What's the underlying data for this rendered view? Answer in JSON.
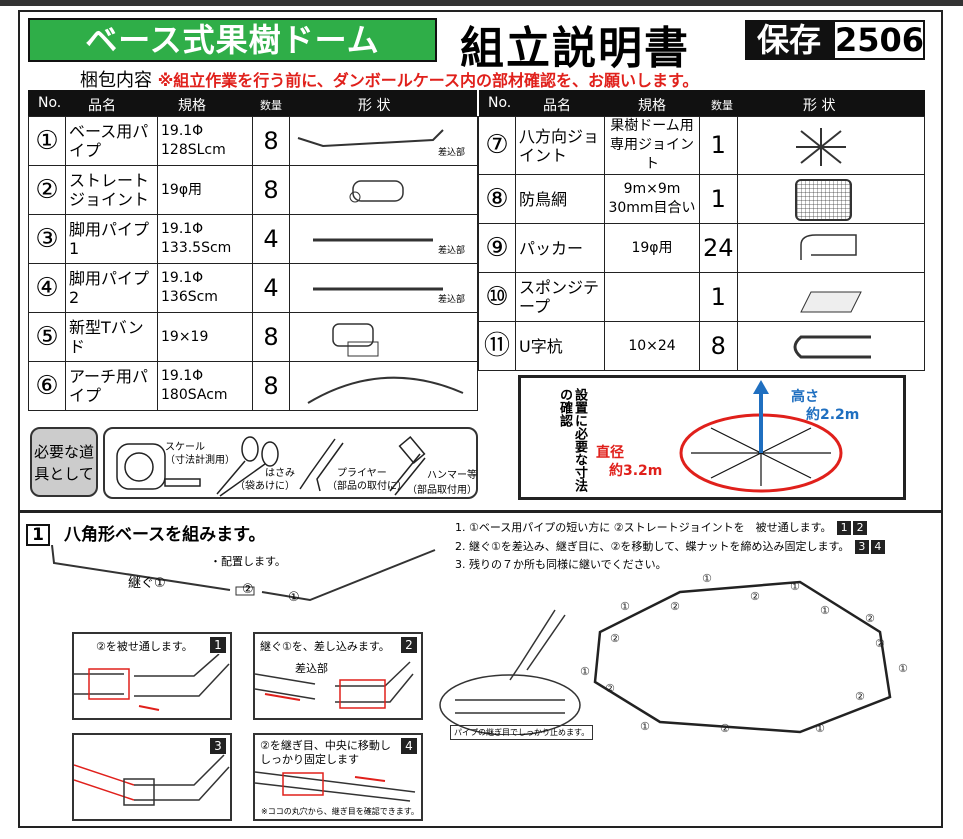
{
  "header": {
    "brand": "ベース式果樹ドーム",
    "title": "組立説明書",
    "hozon_label": "保存",
    "hozon_number": "2506"
  },
  "subtitle": {
    "label": "梱包内容",
    "notice": "※組立作業を行う前に、ダンボールケース内の部材確認を、お願いします。"
  },
  "table_headers": {
    "no": "No.",
    "name": "品名",
    "spec": "規格",
    "qty": "数量",
    "shape": "形 状"
  },
  "parts_left": [
    {
      "no": "①",
      "name": "ベース用パイプ",
      "spec": "19.1Φ 128SLcm",
      "qty": "8",
      "note": "差込部"
    },
    {
      "no": "②",
      "name": "ストレートジョイント",
      "spec": "19φ用",
      "qty": "8",
      "note": ""
    },
    {
      "no": "③",
      "name": "脚用パイプ1",
      "spec": "19.1Φ 133.5Scm",
      "qty": "4",
      "note": "差込部"
    },
    {
      "no": "④",
      "name": "脚用パイプ2",
      "spec": "19.1Φ 136Scm",
      "qty": "4",
      "note": "差込部"
    },
    {
      "no": "⑤",
      "name": "新型Tバンド",
      "spec": "19×19",
      "qty": "8",
      "note": ""
    },
    {
      "no": "⑥",
      "name": "アーチ用パイプ",
      "spec": "19.1Φ 180SAcm",
      "qty": "8",
      "note": ""
    }
  ],
  "parts_right": [
    {
      "no": "⑦",
      "name": "八方向ジョイント",
      "spec": "果樹ドーム用 専用ジョイント",
      "qty": "1"
    },
    {
      "no": "⑧",
      "name": "防鳥網",
      "spec": "9m×9m 30mm目合い",
      "qty": "1"
    },
    {
      "no": "⑨",
      "name": "パッカー",
      "spec": "19φ用",
      "qty": "24"
    },
    {
      "no": "⑩",
      "name": "スポンジテープ",
      "spec": "",
      "qty": "1"
    },
    {
      "no": "⑪",
      "name": "U字杭",
      "spec": "10×24",
      "qty": "8"
    }
  ],
  "dimensions": {
    "vertical_label": "設置に必要な寸法の確認",
    "height_label": "高さ",
    "height_value": "約2.2m",
    "diameter_label": "直径",
    "diameter_value": "約3.2m"
  },
  "tools": {
    "label": "必要な道具として",
    "items": [
      {
        "name": "スケール",
        "purpose": "（寸法計測用）"
      },
      {
        "name": "はさみ",
        "purpose": "（袋あけに）"
      },
      {
        "name": "プライヤー",
        "purpose": "（部品の取付に）"
      },
      {
        "name": "ハンマー等",
        "purpose": "（部品取付用）"
      }
    ]
  },
  "step1": {
    "number": "1",
    "title": "八角形ベースを組みます。",
    "place_note": "・配置します。",
    "joint_label": "継ぐ①",
    "p1": "①",
    "p2": "②",
    "instructions": [
      {
        "text": "1. ①ベース用パイプの短い方に ②ストレートジョイントを　被せ通します。",
        "refs": [
          "1",
          "2"
        ]
      },
      {
        "text": "2. 継ぐ①を差込み、継ぎ目に、②を移動して、蝶ナットを締め込み固定します。",
        "refs": [
          "3",
          "4"
        ]
      },
      {
        "text": "3.  残りの７か所も同様に継いでください。",
        "refs": []
      }
    ],
    "panels": [
      {
        "num": "1",
        "caption": "②を被せ通します。"
      },
      {
        "num": "2",
        "caption": "継ぐ①を、差し込みます。",
        "label": "差込部"
      },
      {
        "num": "3",
        "caption": ""
      },
      {
        "num": "4",
        "caption": "②を継ぎ目、中央に移動し\nしっかり固定します",
        "footnote": "※ココの丸穴から、継ぎ目を確認できます。"
      }
    ],
    "plier_caption": "パイプの継ぎ目でしっかり止めます。"
  },
  "colors": {
    "green": "#2fae48",
    "red": "#e0201b",
    "blue": "#1f6fc0"
  }
}
